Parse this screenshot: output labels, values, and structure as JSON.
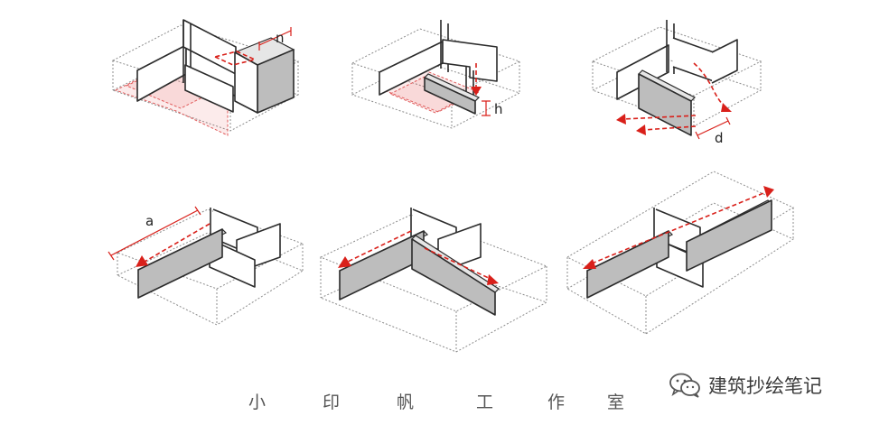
{
  "diagrams": [
    {
      "dimension_label": "n"
    },
    {
      "dimension_label": "h"
    },
    {
      "dimension_label": "d"
    },
    {
      "dimension_label": "a"
    },
    {
      "dimension_label": ""
    },
    {
      "dimension_label": ""
    }
  ],
  "footer": {
    "studio_chars": [
      "小",
      "印",
      "帆",
      "工",
      "作",
      "室"
    ]
  },
  "watermark": {
    "text": "建筑抄绘笔记",
    "icon": "wechat-icon"
  },
  "colors": {
    "accent_red": "#d9201a",
    "wall_fill": "#bdbdbd",
    "line": "#2b2b2b",
    "dashed_edge": "#8c8c8c"
  }
}
